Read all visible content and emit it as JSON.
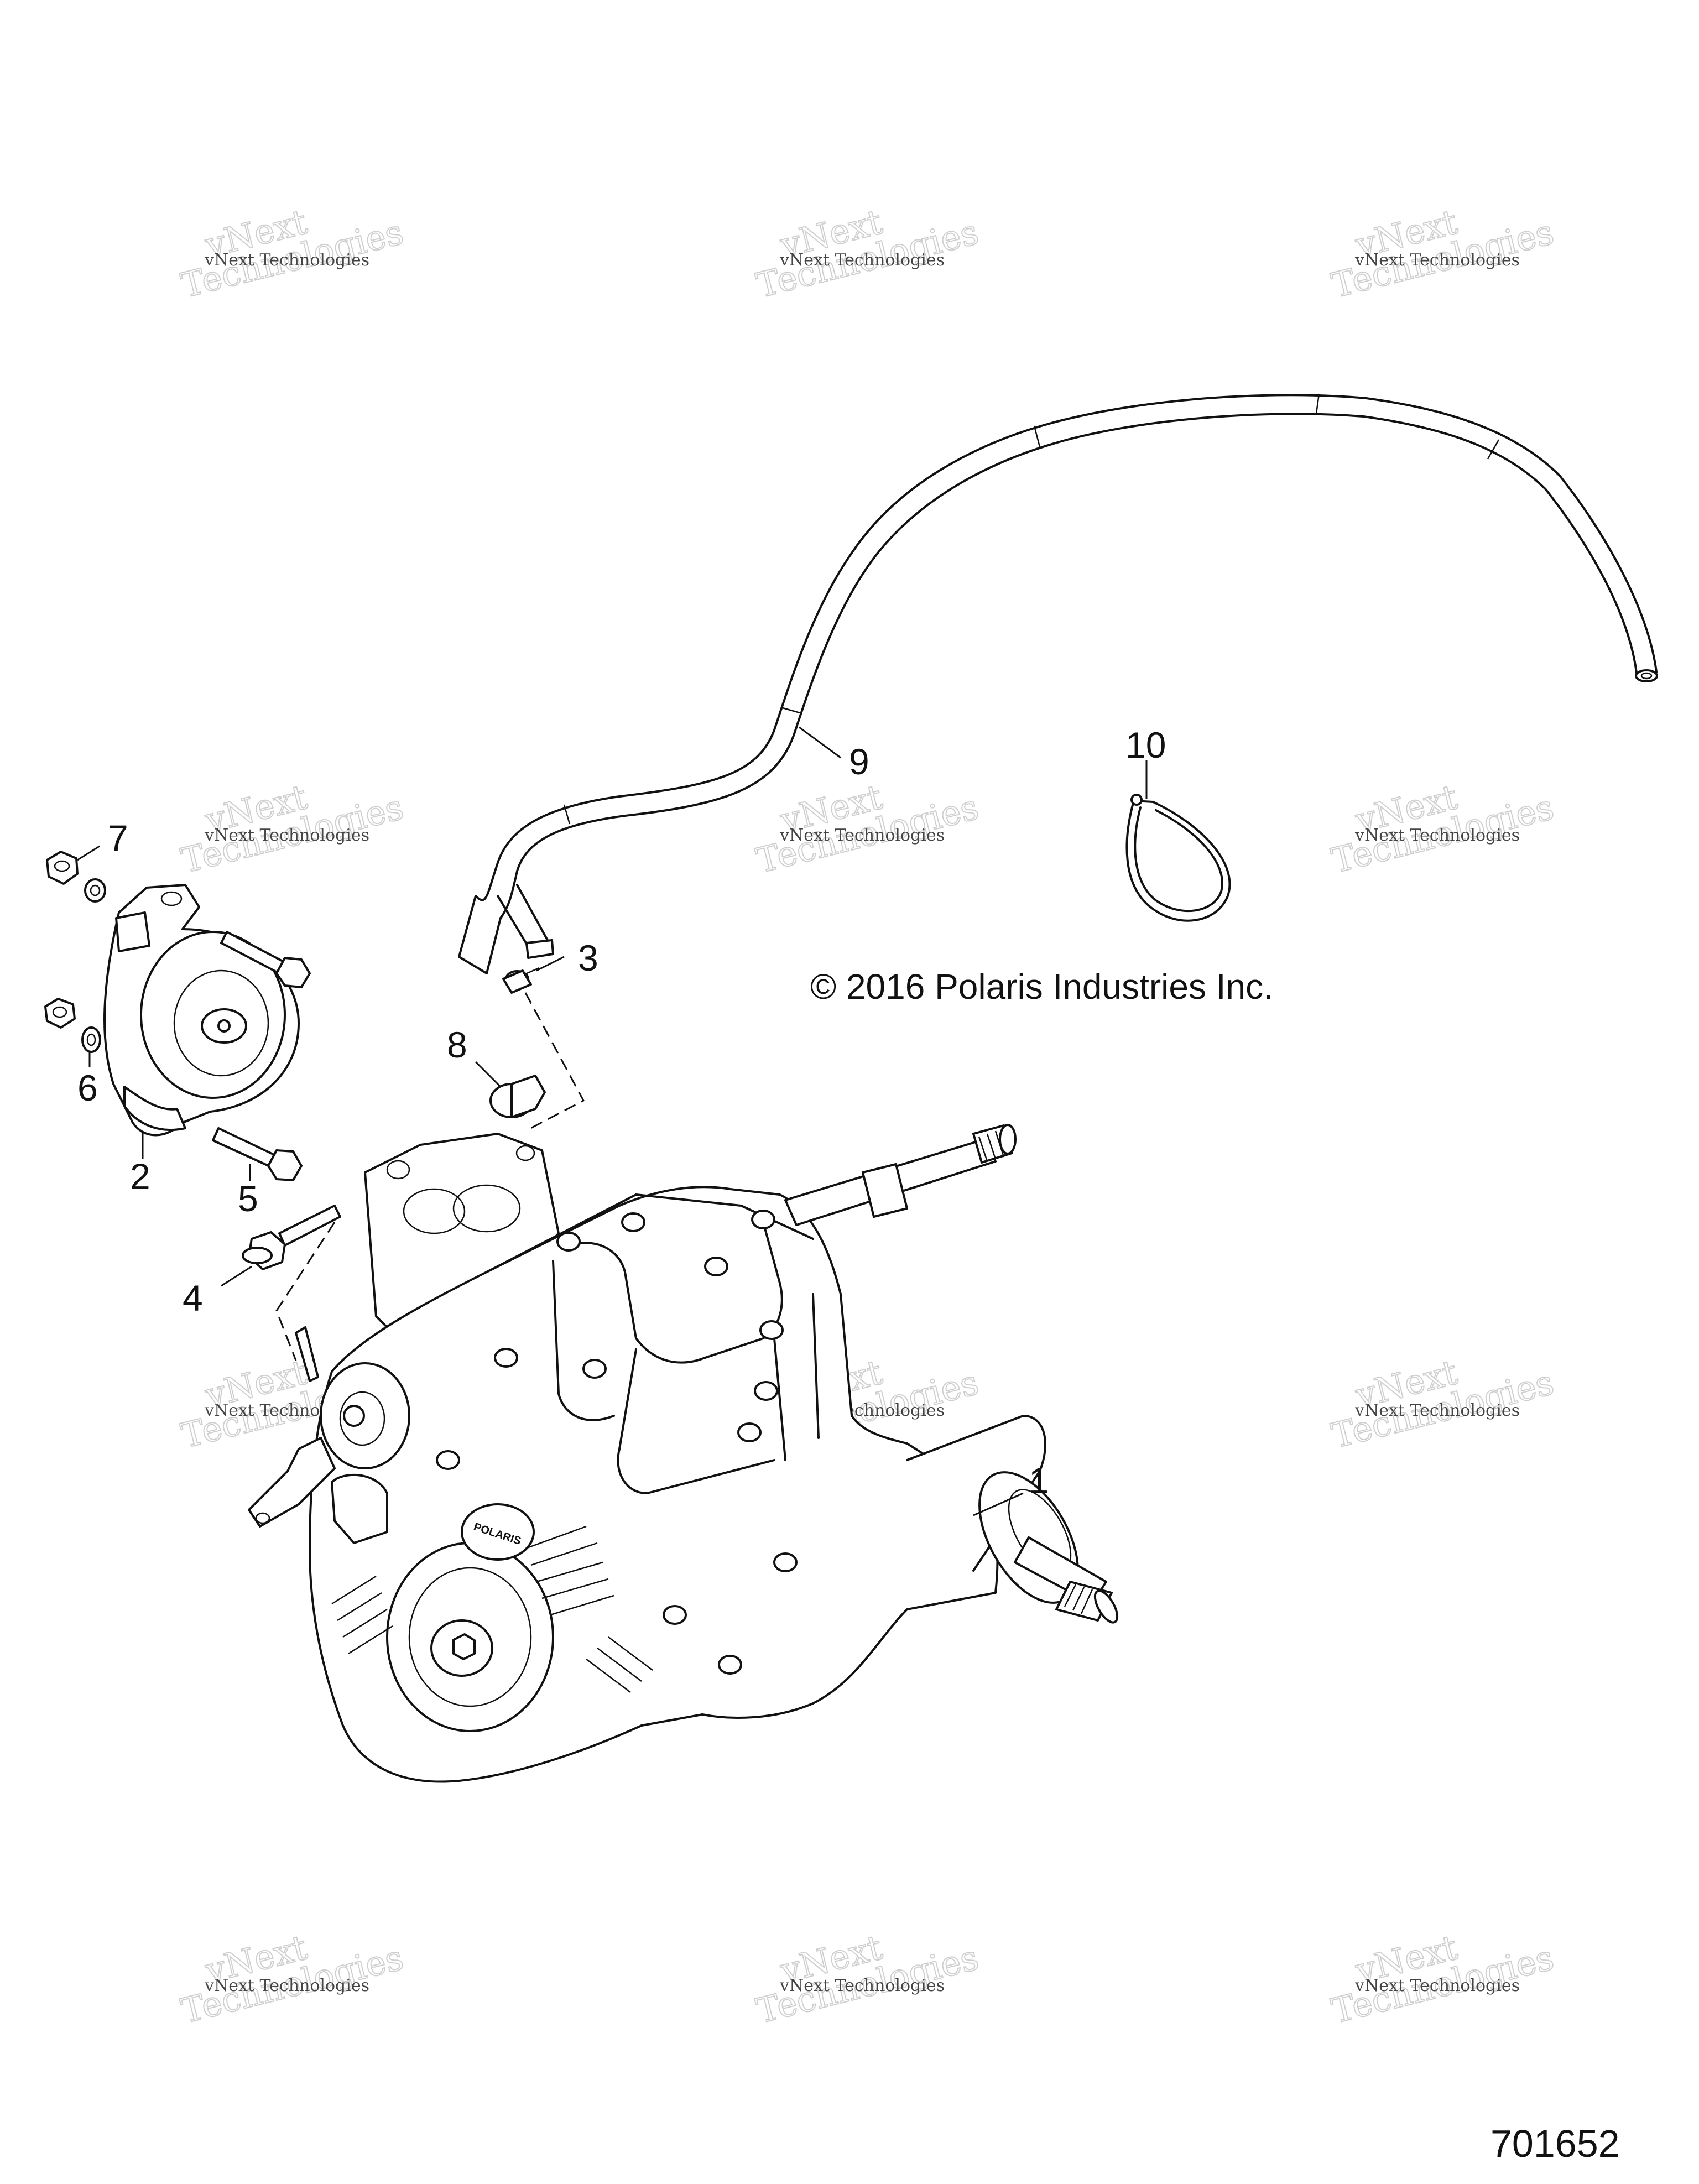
{
  "copyright": "© 2016 Polaris Industries Inc.",
  "diagram_number": "701652",
  "callouts": [
    "1",
    "2",
    "3",
    "4",
    "5",
    "6",
    "7",
    "8",
    "9",
    "10"
  ],
  "watermark": {
    "line1": "vNext Technologies",
    "line2": "vNext",
    "line3": "Technologies"
  },
  "housing_logo": "POLARIS"
}
